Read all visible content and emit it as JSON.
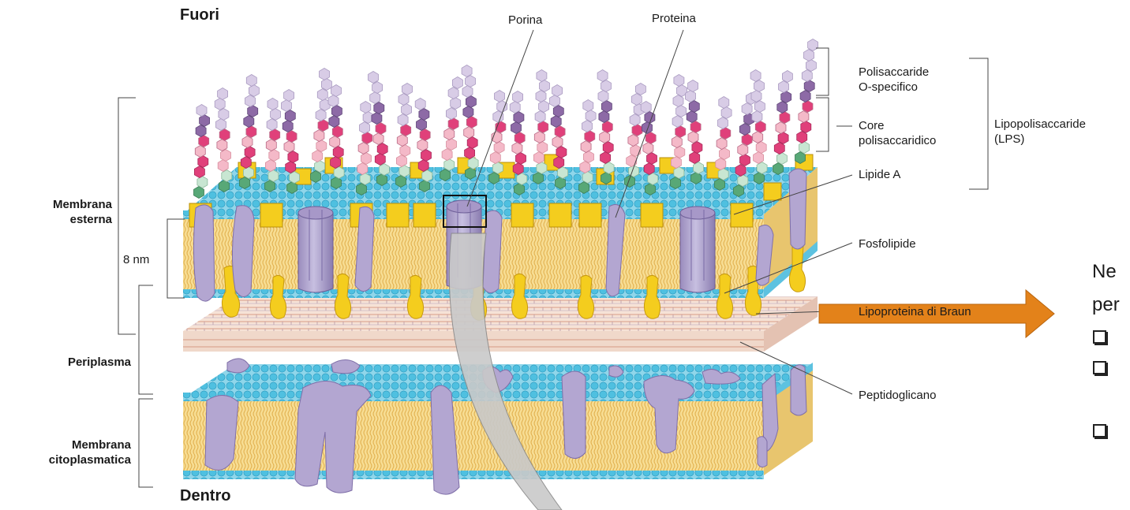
{
  "labels": {
    "fuori": "Fuori",
    "dentro": "Dentro",
    "porina": "Porina",
    "proteina": "Proteina",
    "membrana_esterna_1": "Membrana",
    "membrana_esterna_2": "esterna",
    "scale": "8 nm",
    "periplasma": "Periplasma",
    "membrana_cito_1": "Membrana",
    "membrana_cito_2": "citoplasmatica",
    "polisaccaride_1": "Polisaccaride",
    "polisaccaride_2": "O-specifico",
    "core_1": "Core",
    "core_2": "polisaccaridico",
    "lipide_a": "Lipide A",
    "lps_1": "Lipopolisaccaride",
    "lps_2": "(LPS)",
    "fosfolipide": "Fosfolipide",
    "lipoproteina": "Lipoproteina di Braun",
    "peptidoglicano": "Peptidoglicano"
  },
  "side_text": {
    "line1": "Ne",
    "line2": "per"
  },
  "colors": {
    "headgroup": "#58c6e4",
    "tail": "#f2d27c",
    "protein": "#b2a6cf",
    "lipidA": "#f2cc1c",
    "core_dark": "#e0407a",
    "core_light": "#f4b9c8",
    "green_dark": "#58a877",
    "green_light": "#c8e6d2",
    "o_dark": "#8d6aa6",
    "o_light": "#d8cce6",
    "peptidoglycan": "#f2dcd0",
    "arrow": "#e3821a"
  },
  "icons": [
    "checkbox-icon",
    "checkbox-icon",
    "checkbox-icon"
  ]
}
